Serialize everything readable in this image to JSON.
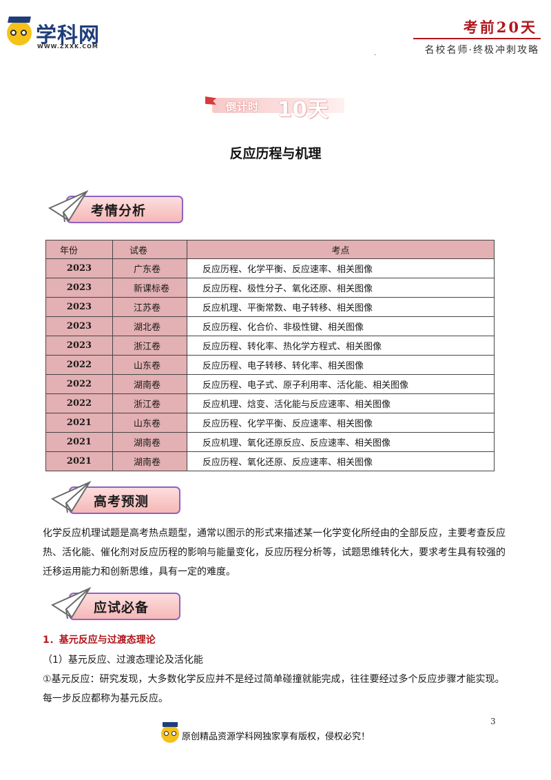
{
  "header": {
    "logo_text": "学科网",
    "logo_url": "WWW.ZXXK.COM",
    "title": "考前20天",
    "subtitle": "名校名师·终极冲刺攻略",
    "dot": "."
  },
  "banner": {
    "countdown_label": "倒计时",
    "countdown_value": "10天"
  },
  "doc_title": "反应历程与机理",
  "sections": {
    "analysis": "考情分析",
    "forecast": "高考预测",
    "essentials": "应试必备"
  },
  "table": {
    "headers": [
      "年份",
      "试卷",
      "考点"
    ],
    "rows": [
      {
        "year": "2023",
        "paper": "广东卷",
        "points": "反应历程、化学平衡、反应速率、相关图像"
      },
      {
        "year": "2023",
        "paper": "新课标卷",
        "points": "反应历程、极性分子、氧化还原、相关图像"
      },
      {
        "year": "2023",
        "paper": "江苏卷",
        "points": "反应机理、平衡常数、电子转移、相关图像"
      },
      {
        "year": "2023",
        "paper": "湖北卷",
        "points": "反应历程、化合价、非极性键、相关图像"
      },
      {
        "year": "2023",
        "paper": "浙江卷",
        "points": "反应历程、转化率、热化学方程式、相关图像"
      },
      {
        "year": "2022",
        "paper": "山东卷",
        "points": "反应历程、电子转移、转化率、相关图像"
      },
      {
        "year": "2022",
        "paper": "湖南卷",
        "points": "反应历程、电子式、原子利用率、活化能、相关图像"
      },
      {
        "year": "2022",
        "paper": "浙江卷",
        "points": "反应机理、焓变、活化能与反应速率、相关图像"
      },
      {
        "year": "2021",
        "paper": "山东卷",
        "points": "反应历程、化学平衡、反应速率、相关图像"
      },
      {
        "year": "2021",
        "paper": "湖南卷",
        "points": "反应机理、氧化还原反应、反应速率、相关图像"
      },
      {
        "year": "2021",
        "paper": "湖南卷",
        "points": "反应历程、氧化还原、反应速率、相关图像"
      }
    ]
  },
  "forecast_text": "化学反应机理试题是高考热点题型，通常以图示的形式来描述某一化学变化所经由的全部反应，主要考查反应热、活化能、催化剂对反应历程的影响与能量变化，反应历程分析等，试题思维转化大，要求考生具有较强的迁移运用能力和创新思维，具有一定的难度。",
  "essentials": {
    "heading": "1．基元反应与过渡态理论",
    "sub": "（1）基元反应、过渡态理论及活化能",
    "item": "①基元反应：研究发现，大多数化学反应并不是经过简单碰撞就能完成，往往要经过多个反应步骤才能实现。每一步反应都称为基元反应。"
  },
  "page_number": "3",
  "footer": "原创精品资源学科网独家享有版权，侵权必究！",
  "colors": {
    "brand_red": "#b1151b",
    "brand_blue": "#1f3d7a",
    "table_fill": "#e3b0b3",
    "badge_border": "#8b63c5"
  }
}
